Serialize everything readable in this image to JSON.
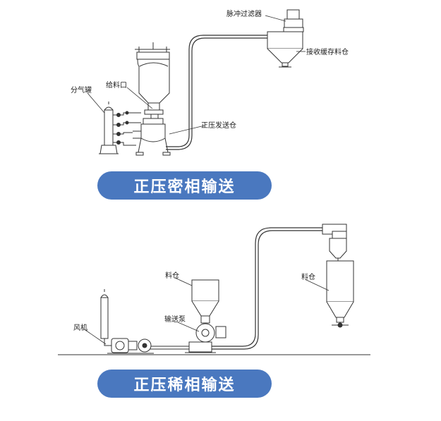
{
  "top_diagram": {
    "pulse_filter_label": "脉冲过滤器",
    "receiving_silo_label": "接收缓存料仓",
    "feed_port_label": "给料口",
    "gas_tank_label": "分气罐",
    "pressure_vessel_label": "正压发送仓",
    "title": "正压密相输送"
  },
  "bottom_diagram": {
    "silo_left_label": "料仓",
    "silo_right_label": "料仓",
    "blower_label": "风机",
    "feeder_pump_label": "输送泵",
    "title": "正压稀相输送"
  }
}
